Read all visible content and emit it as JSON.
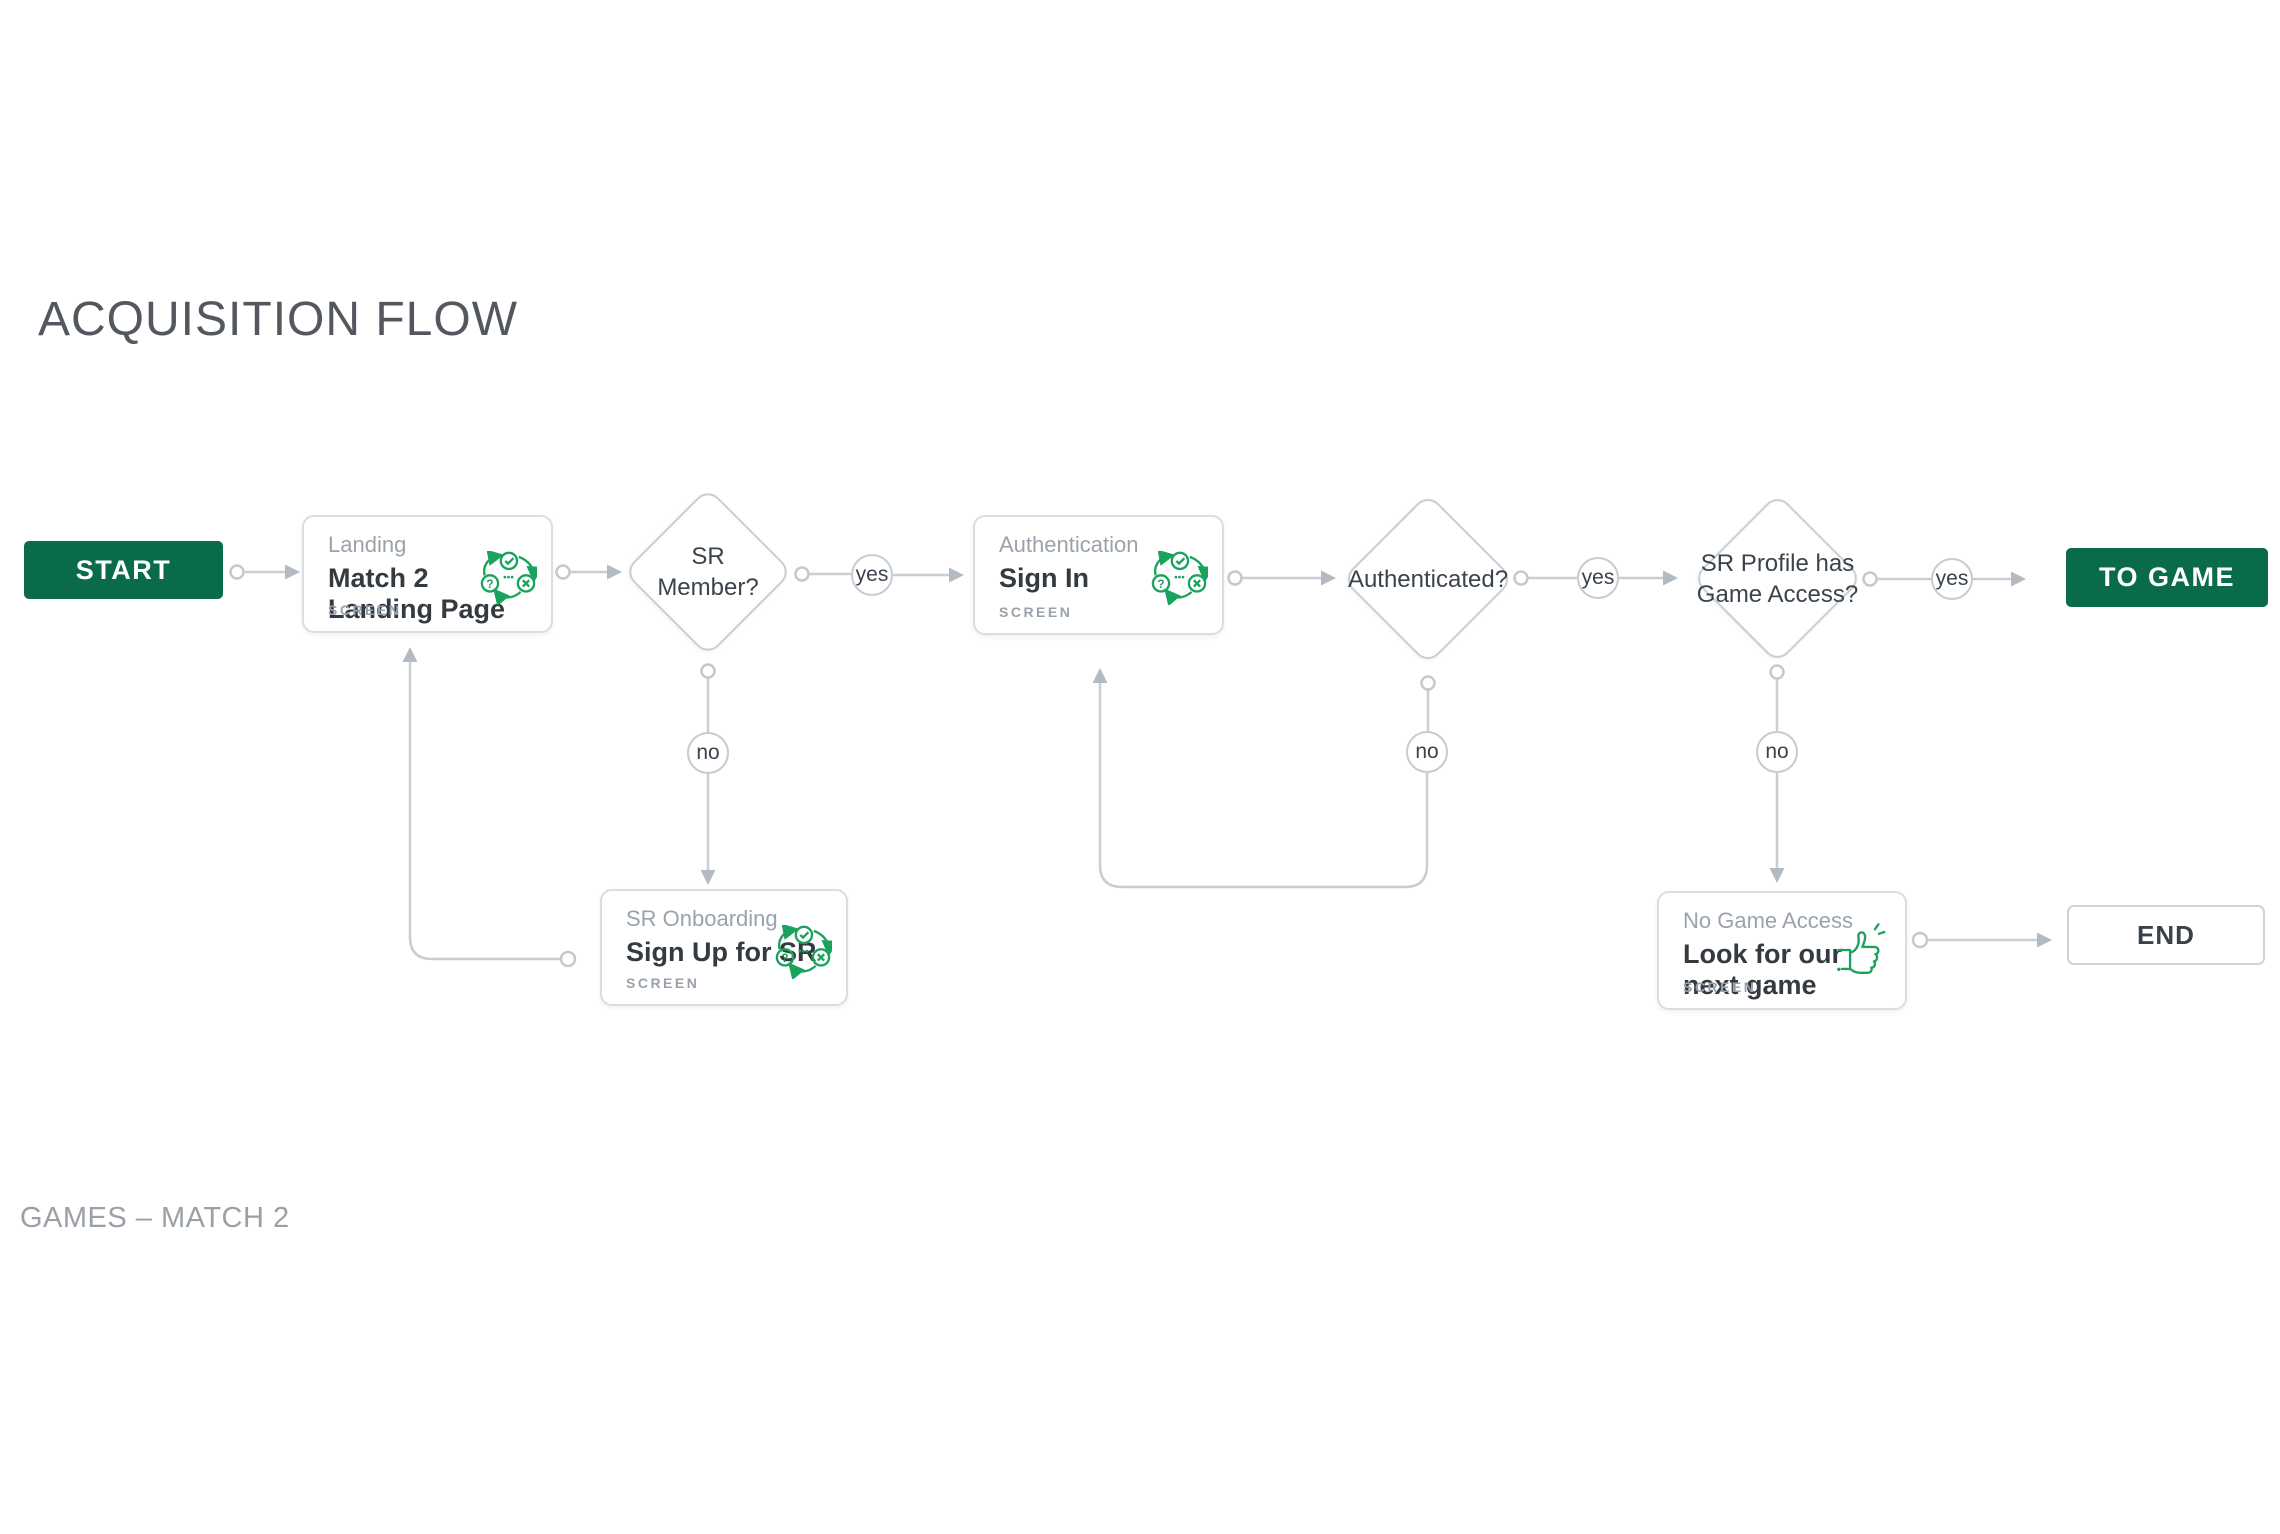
{
  "title": "ACQUISITION FLOW",
  "footer": "GAMES – MATCH 2",
  "colors": {
    "brand_green": "#0a6b4c",
    "icon_green": "#1aa35d",
    "connector_gray": "#c9ced4",
    "shape_border_gray": "#c8ced4",
    "text_dark": "#343a41",
    "text_gray": "#9aa3ac"
  },
  "nodes": {
    "start": {
      "label": "START"
    },
    "landing": {
      "category": "Landing",
      "line1": "Match 2",
      "line2": "Landing Page",
      "badge": "SCREEN",
      "icon": "decision-cycle-icon"
    },
    "sr_member": {
      "line1": "SR",
      "line2": "Member?"
    },
    "sign_in": {
      "category": "Authentication",
      "line1": "Sign In",
      "line2": "",
      "badge": "SCREEN",
      "icon": "decision-cycle-icon"
    },
    "authenticated": {
      "line1": "Authenticated?",
      "line2": ""
    },
    "sign_up": {
      "category": "SR Onboarding",
      "line1": "Sign Up for SR",
      "line2": "",
      "badge": "SCREEN",
      "icon": "decision-cycle-icon"
    },
    "game_access": {
      "line1": "SR Profile has",
      "line2": "Game Access?"
    },
    "to_game": {
      "label": "TO GAME"
    },
    "next_game": {
      "category": "No Game Access",
      "line1": "Look for our",
      "line2": "next game",
      "badge": "SCREEN",
      "icon": "thumbs-up-icon"
    },
    "end": {
      "label": "END"
    }
  },
  "edge_labels": {
    "sr_member_yes": "yes",
    "sr_member_no": "no",
    "authenticated_yes": "yes",
    "authenticated_no": "no",
    "game_access_yes": "yes",
    "game_access_no": "no"
  }
}
